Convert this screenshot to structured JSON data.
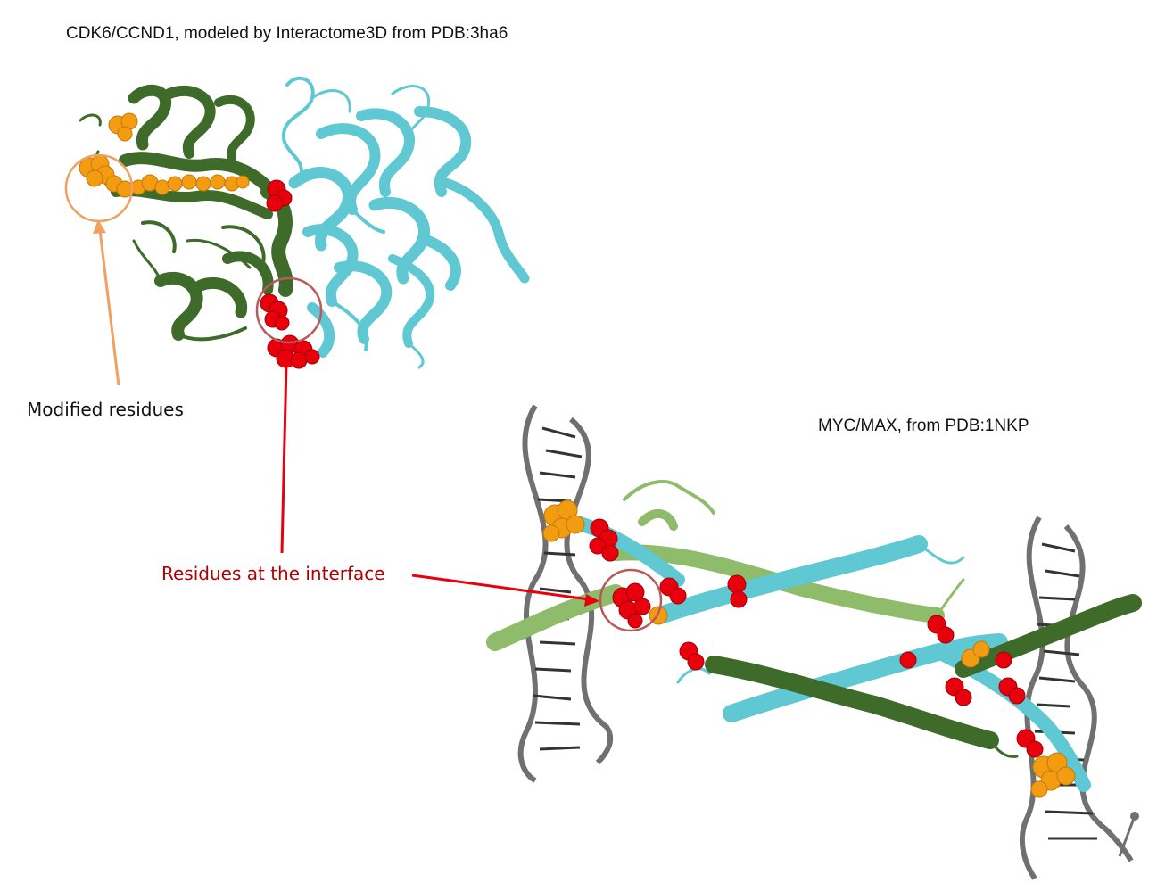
{
  "titles": {
    "cdk6_ccnd1": "CDK6/CCND1, modeled by Interactome3D from PDB:3ha6",
    "myc_max": "MYC/MAX, from PDB:1NKP"
  },
  "callouts": {
    "modified_residues": "Modified residues",
    "interface_residues": "Residues at the interface"
  },
  "colors": {
    "modified": "#f39c12",
    "modified_annotation": "#f0a060",
    "interface": "#e8000c",
    "interface_annotation": "#b00000",
    "interface_circle": "#b85a5a",
    "chain_dark_green": "#3f6b2a",
    "chain_light_green": "#8fbc6a",
    "chain_cyan": "#5fc8d2",
    "dna_backbone": "#707070",
    "dna_base": "#333333"
  },
  "legend_items": [
    {
      "name": "modified residues",
      "color": "#f39c12"
    },
    {
      "name": "interface residues",
      "color": "#e8000c"
    }
  ]
}
